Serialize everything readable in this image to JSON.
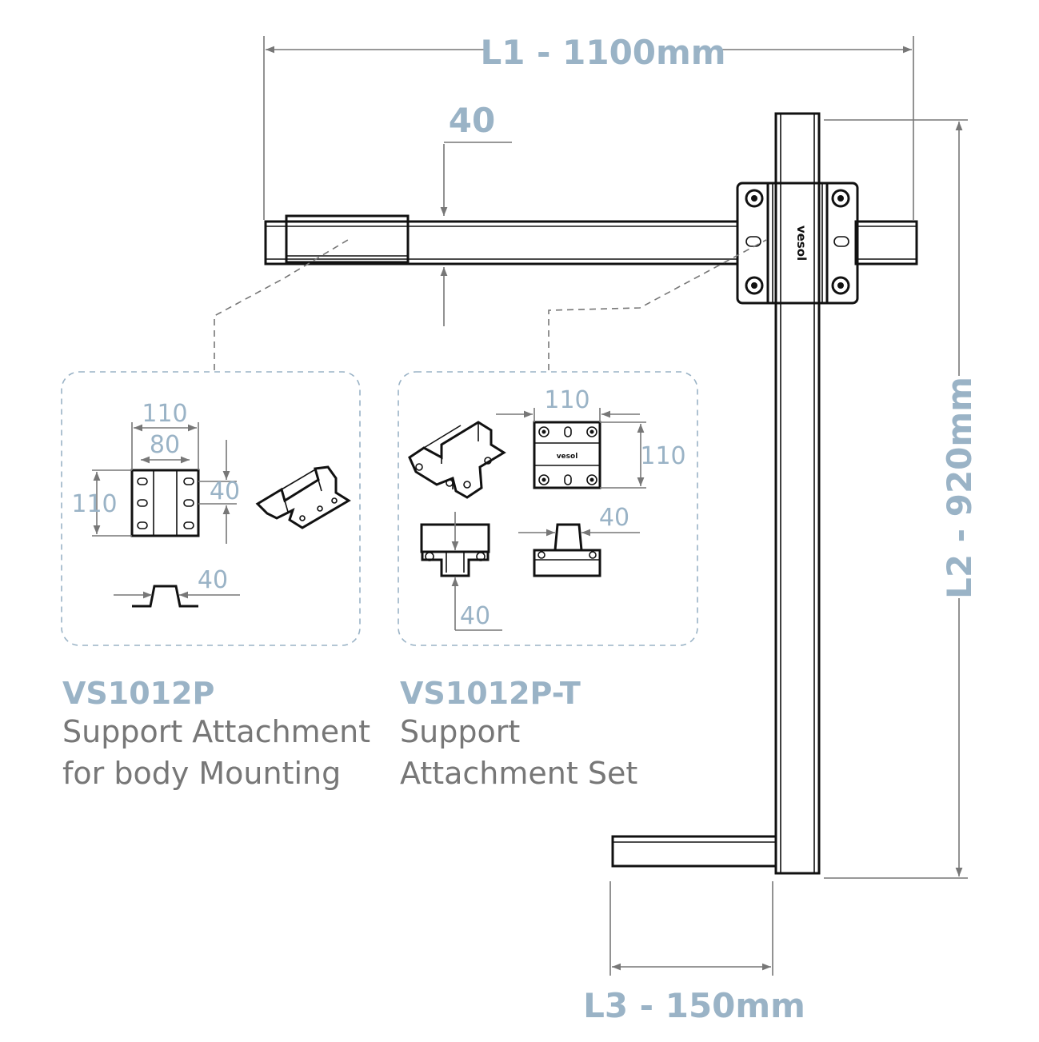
{
  "dimensions": {
    "l1": "L1 - 1100mm",
    "l2": "L2 - 920mm",
    "l3": "L3 - 150mm",
    "rail_height": "40"
  },
  "brand_mark": "vesol",
  "products": [
    {
      "code": "VS1012P",
      "desc_line1": "Support Attachment",
      "desc_line2": "for body Mounting",
      "dims": {
        "outer_width": "110",
        "inner_width": "80",
        "height": "110",
        "flange": "40",
        "profile": "40"
      }
    },
    {
      "code": "VS1012P-T",
      "desc_line1": "Support",
      "desc_line2": "Attachment Set",
      "dims": {
        "width": "110",
        "height": "110",
        "side_profile": "40",
        "front_profile": "40"
      }
    }
  ],
  "colors": {
    "dimension_text": "#9ab3c6",
    "description_text": "#777777",
    "line": "#111111"
  }
}
